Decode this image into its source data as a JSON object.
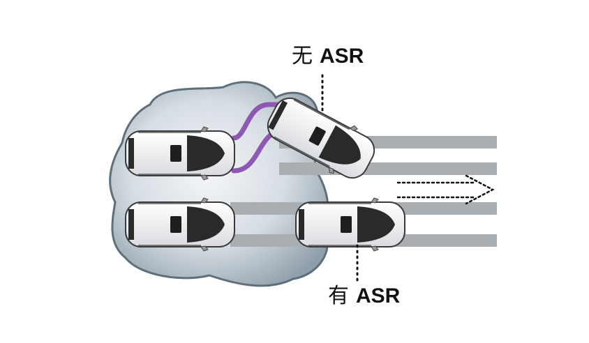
{
  "labels": {
    "without_prefix": "无",
    "without_term": "ASR",
    "with_prefix": "有",
    "with_term": "ASR"
  },
  "colors": {
    "road_stripe": "#a9aeb2",
    "ice_fill": "#ccd5dc",
    "ice_edge": "#6f7f8a",
    "car_body": "#f4f4f4",
    "car_glass": "#2a2a2a",
    "skid_trail": "#8e59b0",
    "motion_arrow": "#111111"
  },
  "icons": [
    "car-icon",
    "motion-arrow-icon",
    "skid-trail-icon",
    "icy-patch-icon"
  ]
}
